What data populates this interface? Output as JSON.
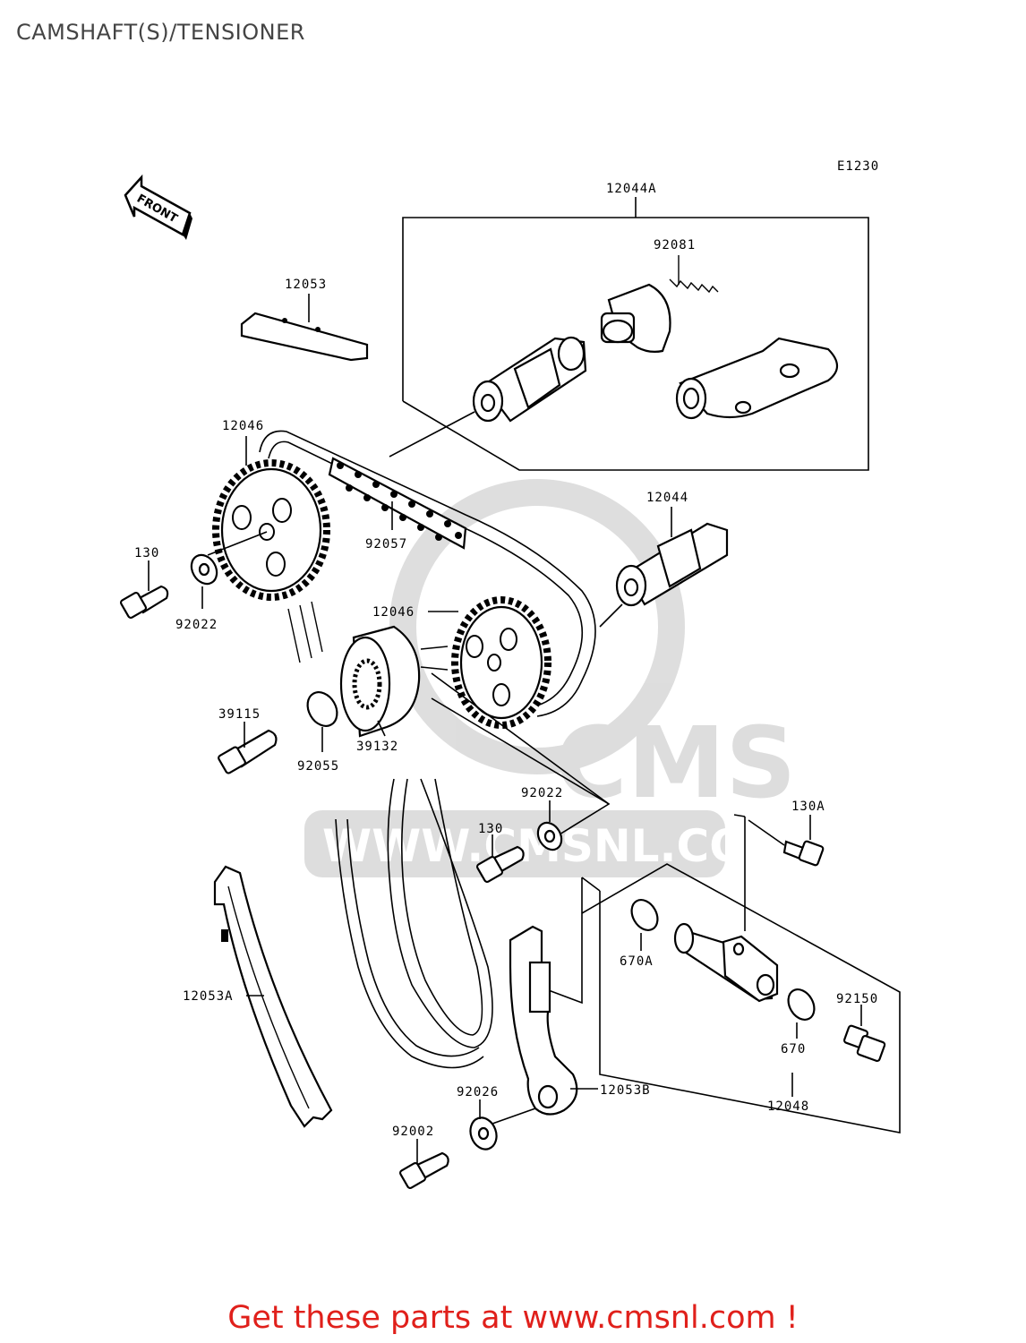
{
  "title": "CAMSHAFT(S)/TENSIONER",
  "diagram_code": "E1230",
  "front_label": "FRONT",
  "watermark": {
    "logo_text": "CMS",
    "url_text": "WWW.CMSNL.COM"
  },
  "part_labels": {
    "p12044A": "12044A",
    "p92081": "92081",
    "p12053": "12053",
    "p12046_top": "12046",
    "p92057": "92057",
    "p12044": "12044",
    "p130_left": "130",
    "p92022_left": "92022",
    "p12046_mid": "12046",
    "p39115": "39115",
    "p92055": "92055",
    "p39132": "39132",
    "p92022_mid": "92022",
    "p130_mid": "130",
    "p130A": "130A",
    "p670A": "670A",
    "p92150": "92150",
    "p670": "670",
    "p12053A": "12053A",
    "p92026": "92026",
    "p12053B": "12053B",
    "p12048": "12048",
    "p92002": "92002"
  },
  "footer_text": "Get these parts at www.cmsnl.com !"
}
